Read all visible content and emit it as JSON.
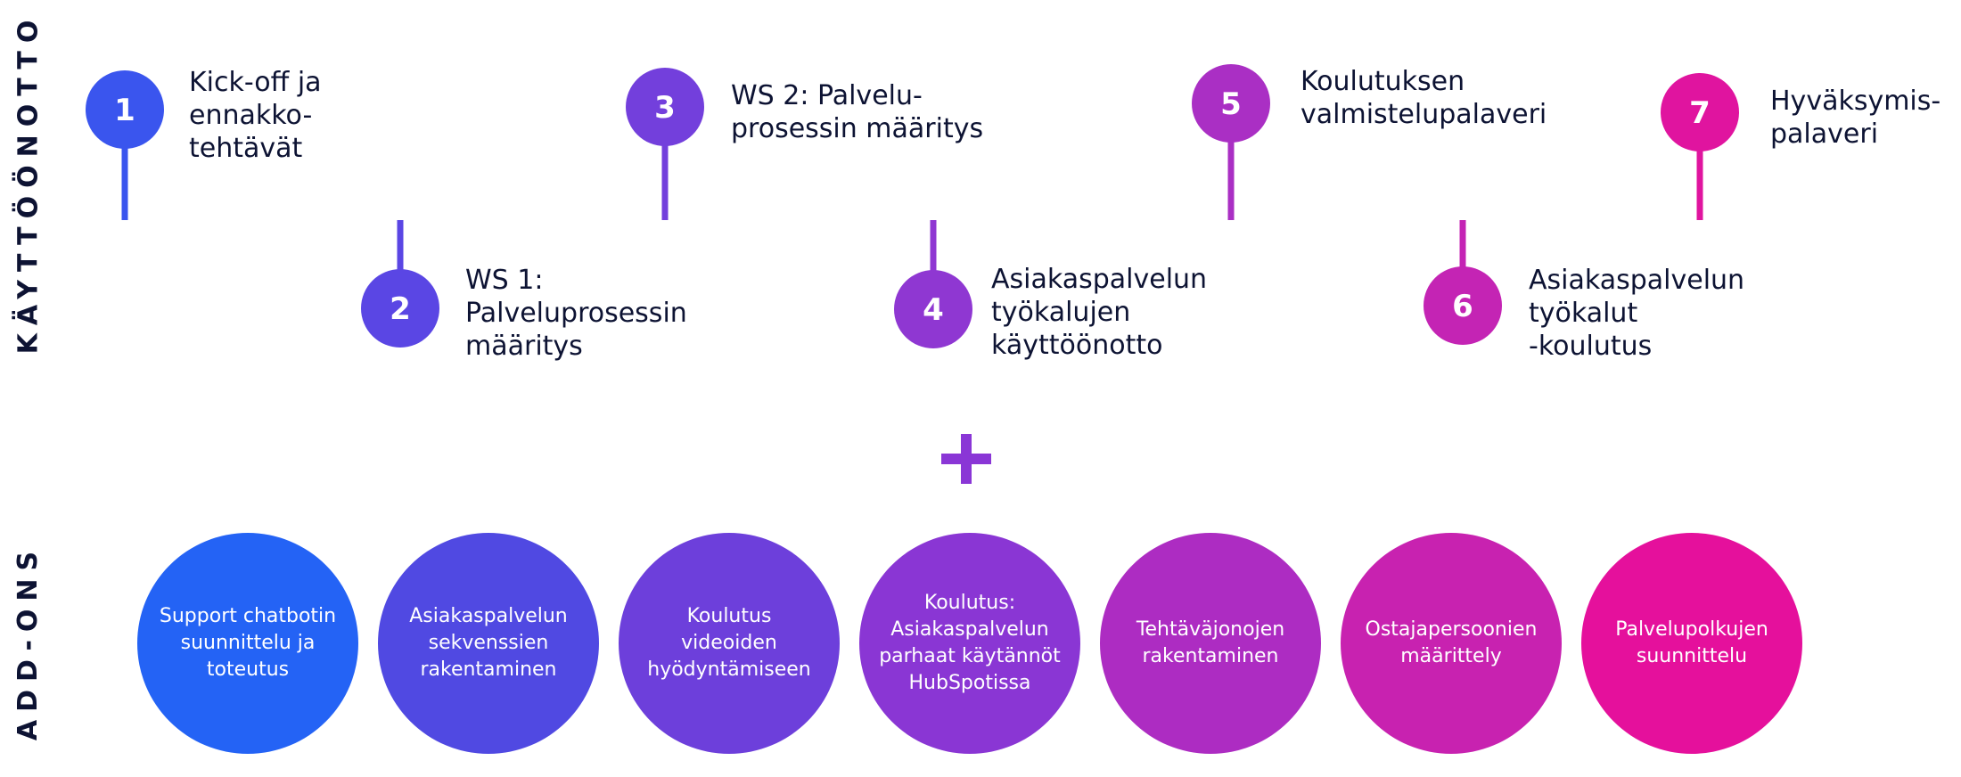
{
  "section_labels": {
    "implementation": "KÄYTTÖÖNOTTO",
    "addons": "ADD-ONS"
  },
  "timeline": {
    "colors": {
      "start": "#2b5ff5",
      "mid": "#8a36d6",
      "end": "#e8129a"
    },
    "steps": [
      {
        "number": "1",
        "label": "Kick-off ja\nennakko-\ntehtävät",
        "position": "above",
        "color": "#3a55ee"
      },
      {
        "number": "2",
        "label": "WS 1:\nPalveluprosessin\nmääritys",
        "position": "below",
        "color": "#5a46e4"
      },
      {
        "number": "3",
        "label": "WS 2: Palvelu-\nprosessin määritys",
        "position": "above",
        "color": "#733fdc"
      },
      {
        "number": "4",
        "label": "Asiakaspalvelun\ntyökalujen\nkäyttöönotto",
        "position": "below",
        "color": "#8f37d2"
      },
      {
        "number": "5",
        "label": "Koulutuksen\nvalmistelupalaveri",
        "position": "above",
        "color": "#aa2fc4"
      },
      {
        "number": "6",
        "label": "Asiakaspalvelun\ntyökalut\n-koulutus",
        "position": "below",
        "color": "#c424b4"
      },
      {
        "number": "7",
        "label": "Hyväksymis-\npalaveri",
        "position": "above",
        "color": "#e0149f"
      }
    ]
  },
  "addons": [
    {
      "label": "Support chatbotin\nsuunnittelu ja\ntoteutus",
      "color": "#2463f5"
    },
    {
      "label": "Asiakaspalvelun\nsekvenssien\nrakentaminen",
      "color": "#5049e2"
    },
    {
      "label": "Koulutus\nvideoiden\nhyödyntämiseen",
      "color": "#6d3fdb"
    },
    {
      "label": "Koulutus:\nAsiakaspalvelun\nparhaat käytännöt\nHubSpotissa",
      "color": "#8a36d4"
    },
    {
      "label": "Tehtäväjonojen\nrakentaminen",
      "color": "#ad2cc2"
    },
    {
      "label": "Ostajapersoonien\nmäärittely",
      "color": "#c822b0"
    },
    {
      "label": "Palvelupolkujen\nsuunnittelu",
      "color": "#e5109c"
    }
  ]
}
